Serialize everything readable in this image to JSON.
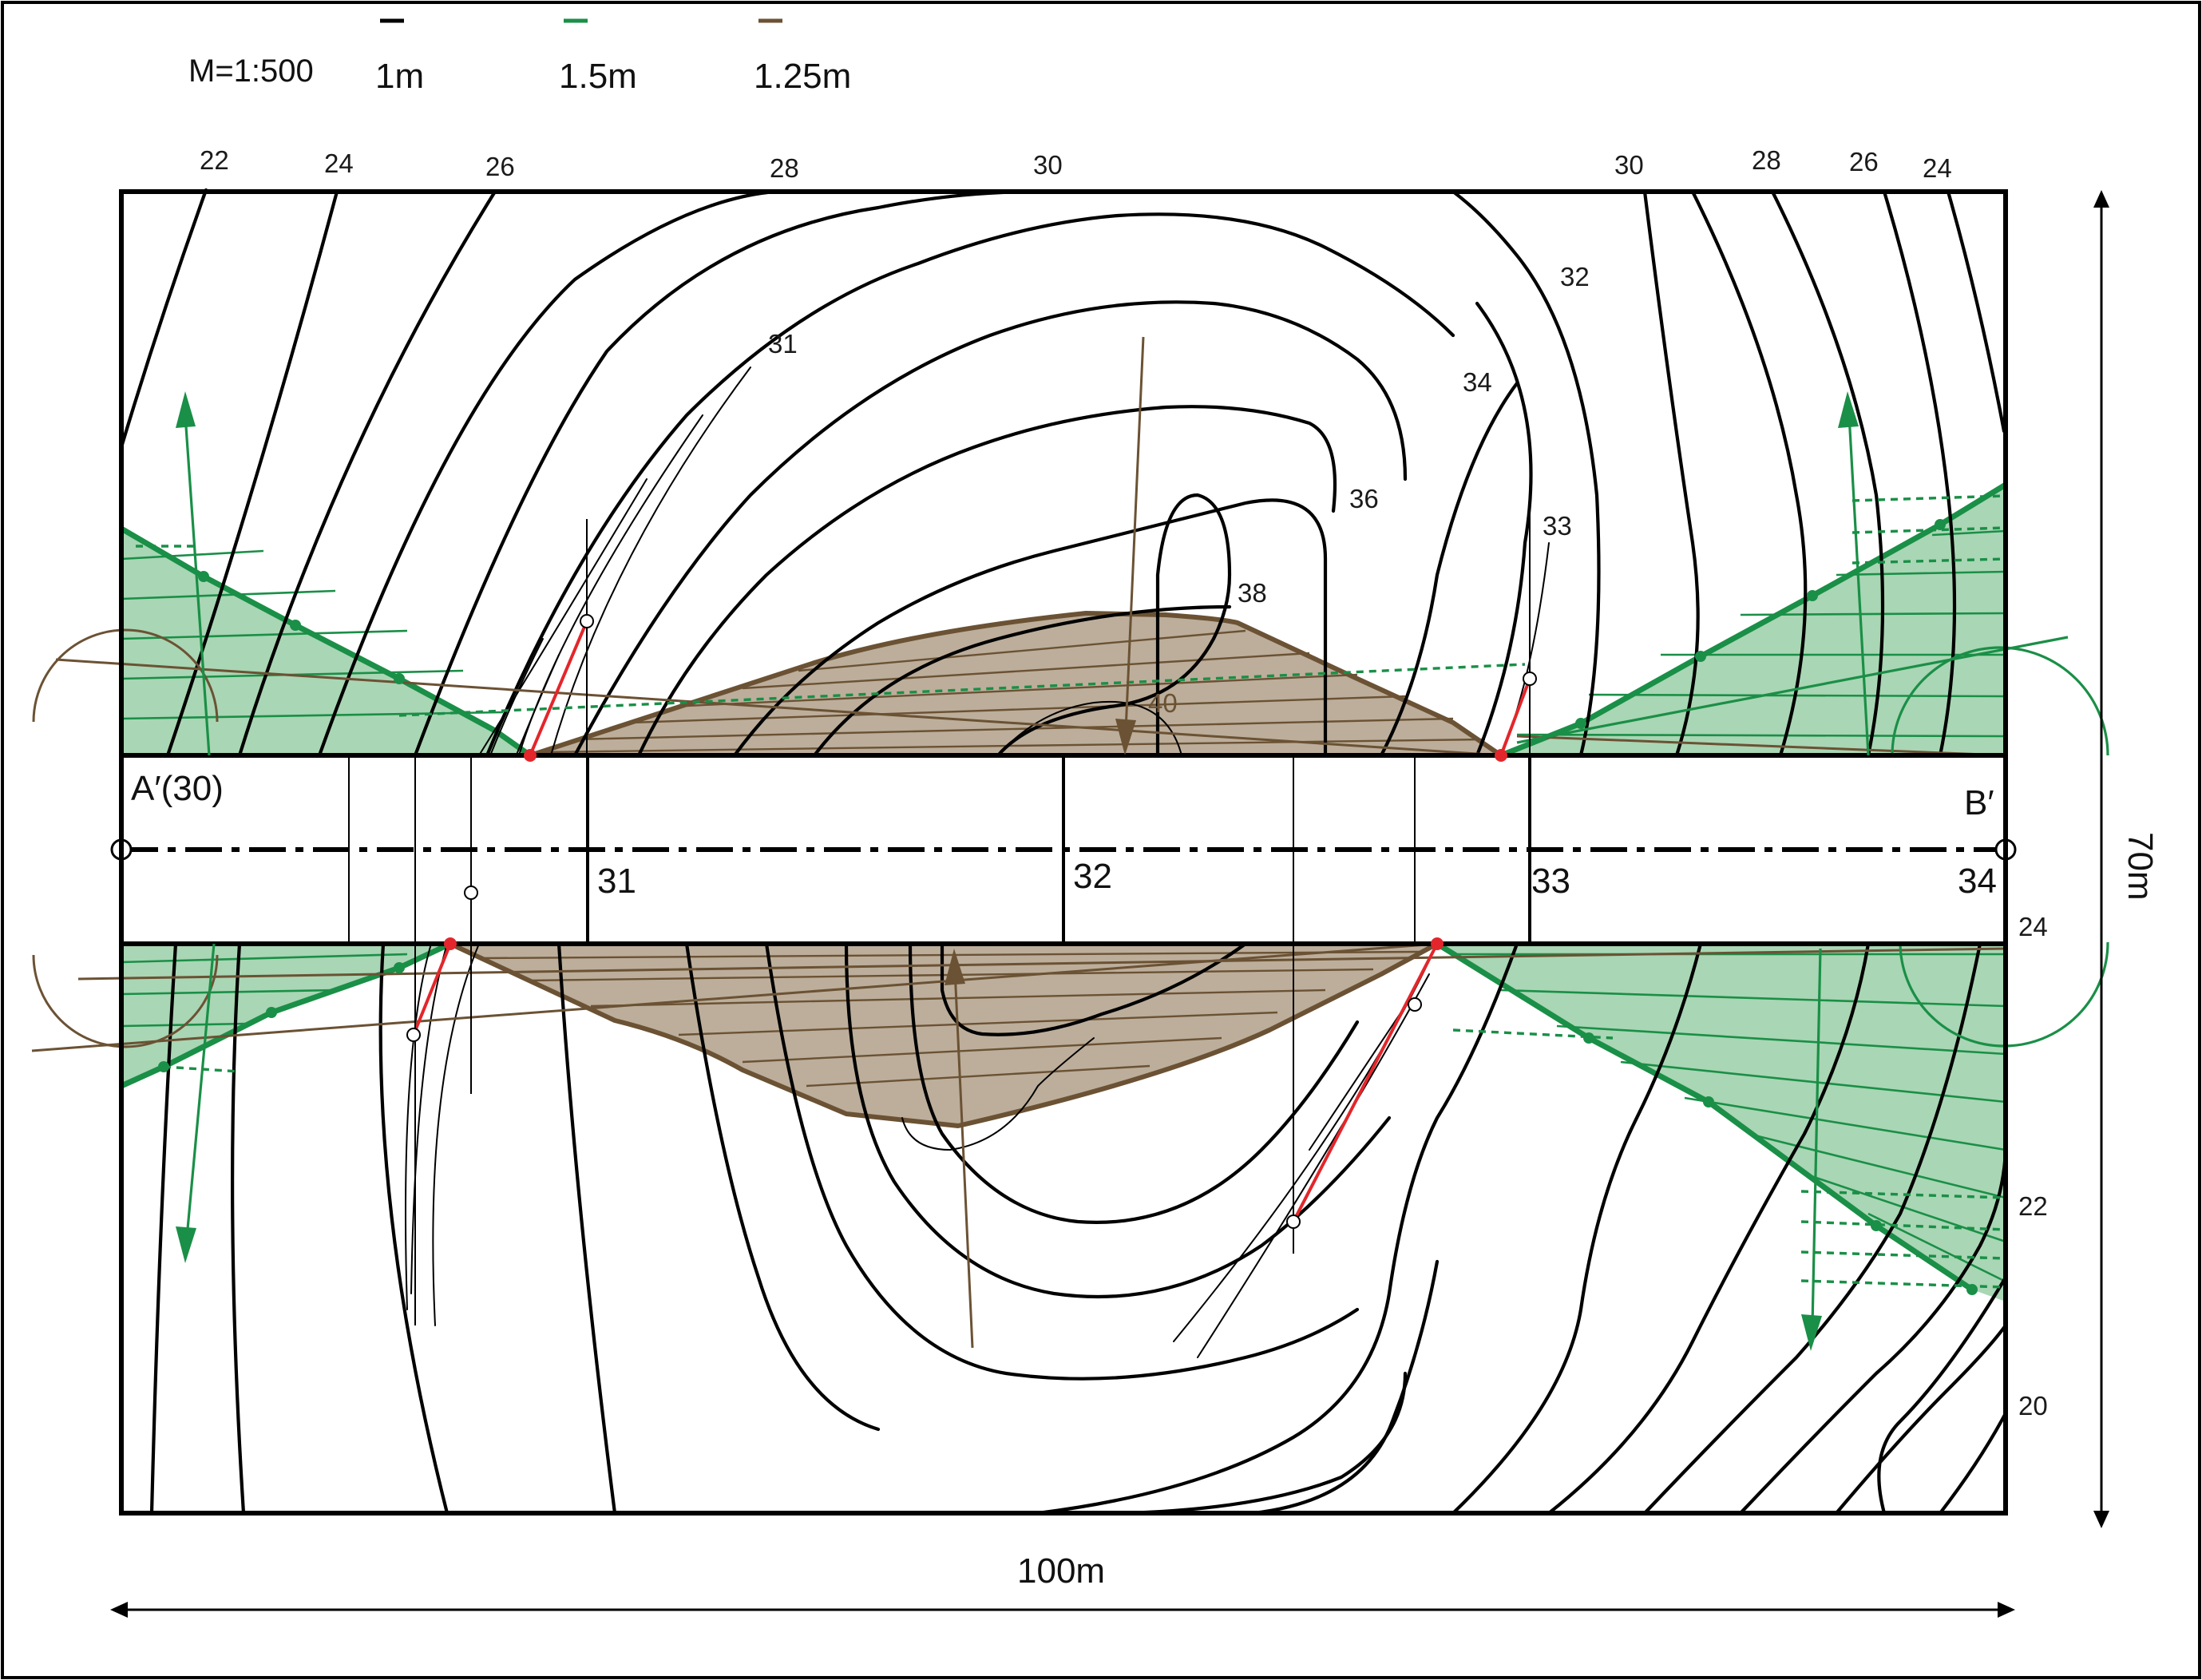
{
  "legend": {
    "scale": "M=1:500",
    "items": [
      {
        "label": "1m",
        "color": "#000000"
      },
      {
        "label": "1.5m",
        "color": "#1a8f47"
      },
      {
        "label": "1.25m",
        "color": "#6b5234"
      }
    ]
  },
  "dimensions": {
    "width_label": "100m",
    "height_label": "70m"
  },
  "profile": {
    "start_label": "A′(30)",
    "end_label": "B′",
    "stations": [
      "31",
      "32",
      "33",
      "34"
    ]
  },
  "contour_labels": {
    "top": [
      "22",
      "24",
      "26",
      "28",
      "30",
      "30",
      "28",
      "26",
      "24"
    ],
    "inner": [
      "31",
      "32",
      "34",
      "36",
      "38",
      "40",
      "33"
    ],
    "right": [
      "24",
      "22",
      "20"
    ]
  },
  "colors": {
    "contour": "#000000",
    "fill_section": "#a9d6b4",
    "cut_section": "#bcae9b",
    "green": "#1a8f47",
    "brown": "#6b5234",
    "red": "#e3262b"
  }
}
